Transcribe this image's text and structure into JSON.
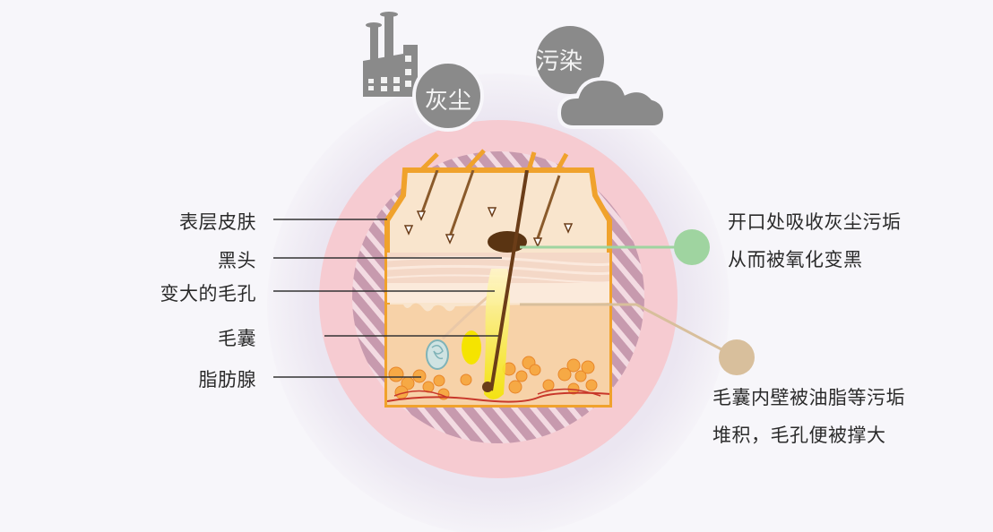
{
  "diagram": {
    "title_icons": {
      "dust": {
        "label": "灰尘",
        "icon": "factory-icon"
      },
      "pollution": {
        "label": "污染",
        "icon": "cloud-icon"
      }
    },
    "left_labels": [
      {
        "text": "表层皮肤"
      },
      {
        "text": "黑头"
      },
      {
        "text": "变大的毛孔"
      },
      {
        "text": "毛囊"
      },
      {
        "text": "脂肪腺"
      }
    ],
    "callouts": [
      {
        "lines": [
          "开口处吸收灰尘污垢",
          "从而被氧化变黑"
        ],
        "dot_color": "#9fd4a0"
      },
      {
        "lines": [
          "毛囊内壁被油脂等污垢",
          "堆积，毛孔便被撑大"
        ],
        "dot_color": "#d8bf9c"
      }
    ],
    "colors": {
      "background": "#f7f6fa",
      "outer_ring": "#ece8f2",
      "pink_ring": "#f6c9cf",
      "hatch_ring": "#c99aae",
      "skin_border": "#f0a22c",
      "skin_top": "#fbe6cf",
      "icon_gray": "#8a8a8a"
    }
  }
}
